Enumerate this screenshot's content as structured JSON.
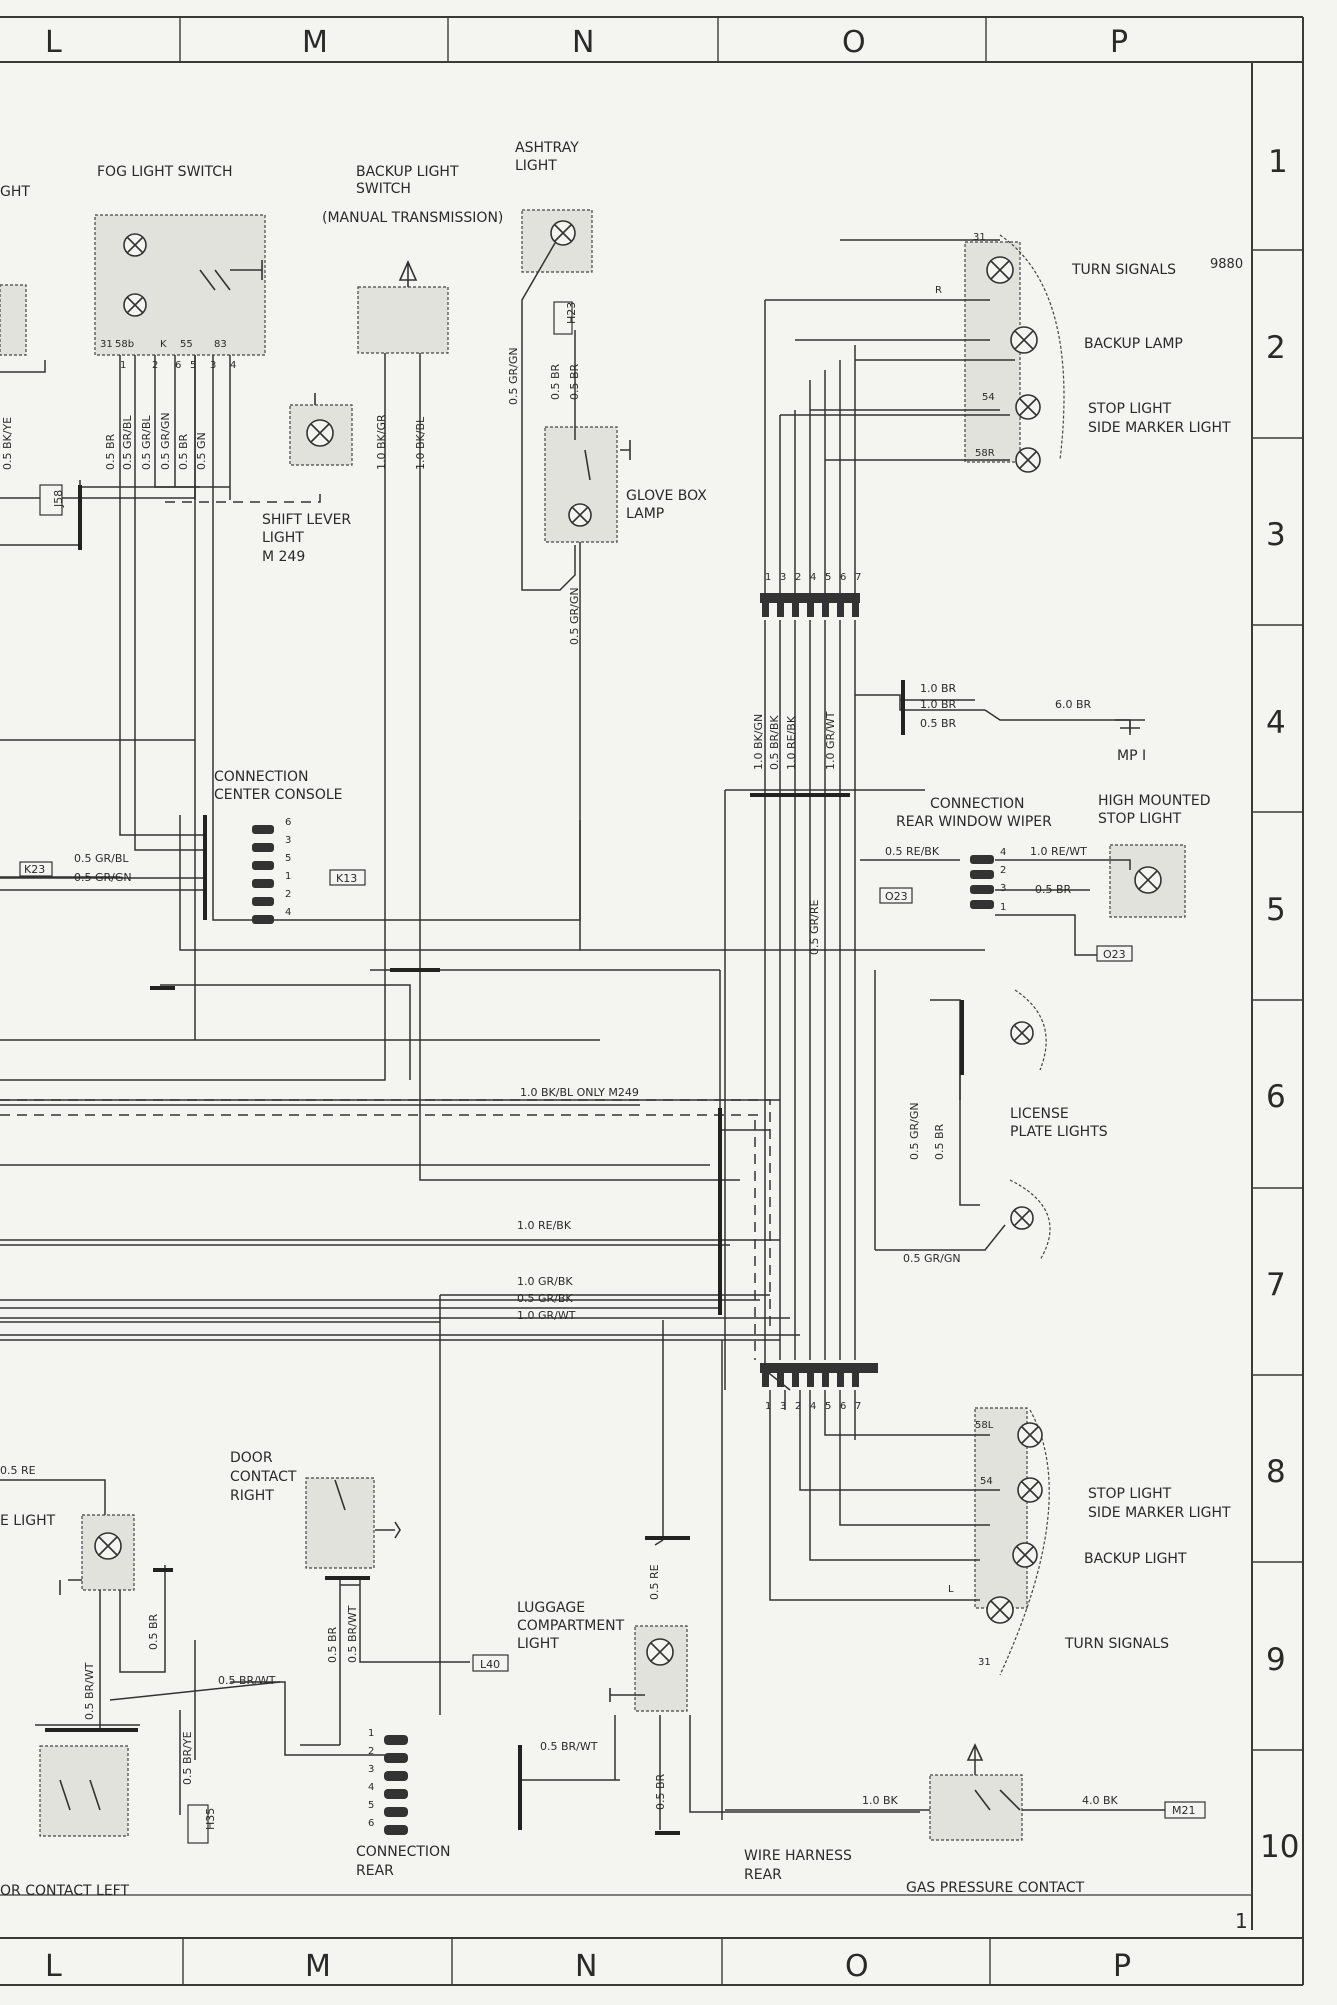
{
  "columns": [
    "L",
    "M",
    "N",
    "O",
    "P"
  ],
  "rows": [
    "1",
    "2",
    "3",
    "4",
    "5",
    "6",
    "7",
    "8",
    "9",
    "10"
  ],
  "sheet_number": "1",
  "corner_stamp": "9880",
  "components": {
    "fog_light_switch": "FOG LIGHT SWITCH",
    "backup_light_switch": [
      "BACKUP LIGHT",
      "SWITCH",
      "(MANUAL TRANSMISSION)"
    ],
    "ashtray_light": [
      "ASHTRAY",
      "LIGHT"
    ],
    "turn_signals_top": "TURN SIGNALS",
    "backup_lamp": "BACKUP LAMP",
    "stop_light_top": [
      "STOP LIGHT",
      "SIDE MARKER LIGHT"
    ],
    "glove_box_lamp": [
      "GLOVE BOX",
      "LAMP"
    ],
    "shift_lever_light": [
      "SHIFT LEVER",
      "LIGHT",
      "M 249"
    ],
    "connection_center_console": [
      "CONNECTION",
      "CENTER CONSOLE"
    ],
    "connection_rear_window_wiper": [
      "CONNECTION",
      "REAR WINDOW WIPER"
    ],
    "high_mounted_stop_light": [
      "HIGH MOUNTED",
      "STOP LIGHT"
    ],
    "license_plate_lights": [
      "LICENSE",
      "PLATE LIGHTS"
    ],
    "mp1": "MP I",
    "door_contact_right": [
      "DOOR",
      "CONTACT",
      "RIGHT"
    ],
    "luggage_compartment_light": [
      "LUGGAGE",
      "COMPARTMENT",
      "LIGHT"
    ],
    "stop_light_bottom": [
      "STOP LIGHT",
      "SIDE MARKER LIGHT"
    ],
    "backup_light_bottom": "BACKUP LIGHT",
    "turn_signals_bottom": "TURN SIGNALS",
    "connection_rear": [
      "CONNECTION",
      "REAR"
    ],
    "wire_harness_rear": [
      "WIRE HARNESS",
      "REAR"
    ],
    "gas_pressure_contact": "GAS PRESSURE CONTACT",
    "door_contact_left": "OR CONTACT LEFT",
    "partial_ght": "GHT",
    "partial_e_light": "E LIGHT"
  },
  "refs": {
    "j58": "J58",
    "h23": "H23",
    "k23": "K23",
    "k13": "K13",
    "o23a": "O23",
    "o23b": "O23",
    "l40": "L40",
    "h35": "H35",
    "m21": "M21"
  },
  "wires": {
    "fog_05_br": "0.5 BR",
    "fog_05_grbl": "0.5 GR/BL",
    "fog_05_grbl2": "0.5 GR/BL",
    "fog_05_grgn": "0.5 GR/GN",
    "fog_05_br2": "0.5 BR",
    "fog_05_gn": "0.5 GN",
    "left_05_bkye": "0.5 BK/YE",
    "bu_10_bkgr": "1.0 BK/GR",
    "bu_10_bkbl": "1.0 BK/BL",
    "ash_05_grgn": "0.5 GR/GN",
    "ash_05_br": "0.5 BR",
    "ash_05_br2": "0.5 BR",
    "glove_05_grgn": "0.5 GR/GN",
    "v_10_bkgn": "1.0 BK/GN",
    "v_05_bkbk": "0.5 BR/BK",
    "v_10_rebk": "1.0 RE/BK",
    "v_10_grwt": "1.0 GR/WT",
    "mp_10_br_a": "1.0 BR",
    "mp_10_br_b": "1.0 BR",
    "mp_05_br": "0.5 BR",
    "mp_60_br": "6.0 BR",
    "cc_05_grbl": "0.5 GR/BL",
    "cc_05_grgn": "0.5 GR/GN",
    "rw_05_rebk": "0.5 RE/BK",
    "rw_10_rewt": "1.0 RE/WT",
    "rw_05_br": "0.5 BR",
    "v_05_grre": "0.5 GR/RE",
    "only_m249": "1.0 BK/BL   ONLY M249",
    "lp_05_grgn": "0.5 GR/GN",
    "lp_05_br": "0.5 BR",
    "lp_05_grgn_h": "0.5 GR/GN",
    "h_10_rebk": "1.0 RE/BK",
    "h_10_grbk": "1.0 GR/BK",
    "h_05_grbk": "0.5 GR/BK",
    "h_10_grwt": "1.0 GR/WT",
    "bl_05_re": "0.5 RE",
    "bl_05_br": "0.5 BR",
    "bl_05_brwt": "0.5 BR/WT",
    "bl_05_brwt2": "0.5 BR/WT",
    "bl_05_brye": "0.5 BR/YE",
    "dr_05_br": "0.5 BR",
    "dr_05_brwt": "0.5 BR/WT",
    "lug_05_re": "0.5 RE",
    "lug_05_brwt": "0.5 BR/WT",
    "lug_05_br": "0.5 BR",
    "gp_10_bk": "1.0 BK",
    "gp_40_bk": "4.0 BK"
  },
  "pins": {
    "turn_top_31": "31",
    "turn_top_r": "R",
    "stop_top_54": "54",
    "stop_top_58r": "58R",
    "plug_top": [
      "1",
      "3",
      "2",
      "4",
      "5",
      "6",
      "7"
    ],
    "plug_bot": [
      "1",
      "3",
      "2",
      "4",
      "5",
      "6",
      "7"
    ],
    "cc_pins": [
      "6",
      "3",
      "5",
      "1",
      "2",
      "4"
    ],
    "rw_pins": [
      "4",
      "2",
      "3",
      "1"
    ],
    "rear_pins": [
      "1",
      "2",
      "3",
      "4",
      "5",
      "6"
    ],
    "bot_58l": "58L",
    "bot_54": "54",
    "bot_l": "L",
    "bot_31": "31",
    "fog_pins": [
      "31",
      "58b",
      "1",
      "2",
      "K",
      "6",
      "55",
      "5",
      "83",
      "3",
      "4"
    ]
  }
}
